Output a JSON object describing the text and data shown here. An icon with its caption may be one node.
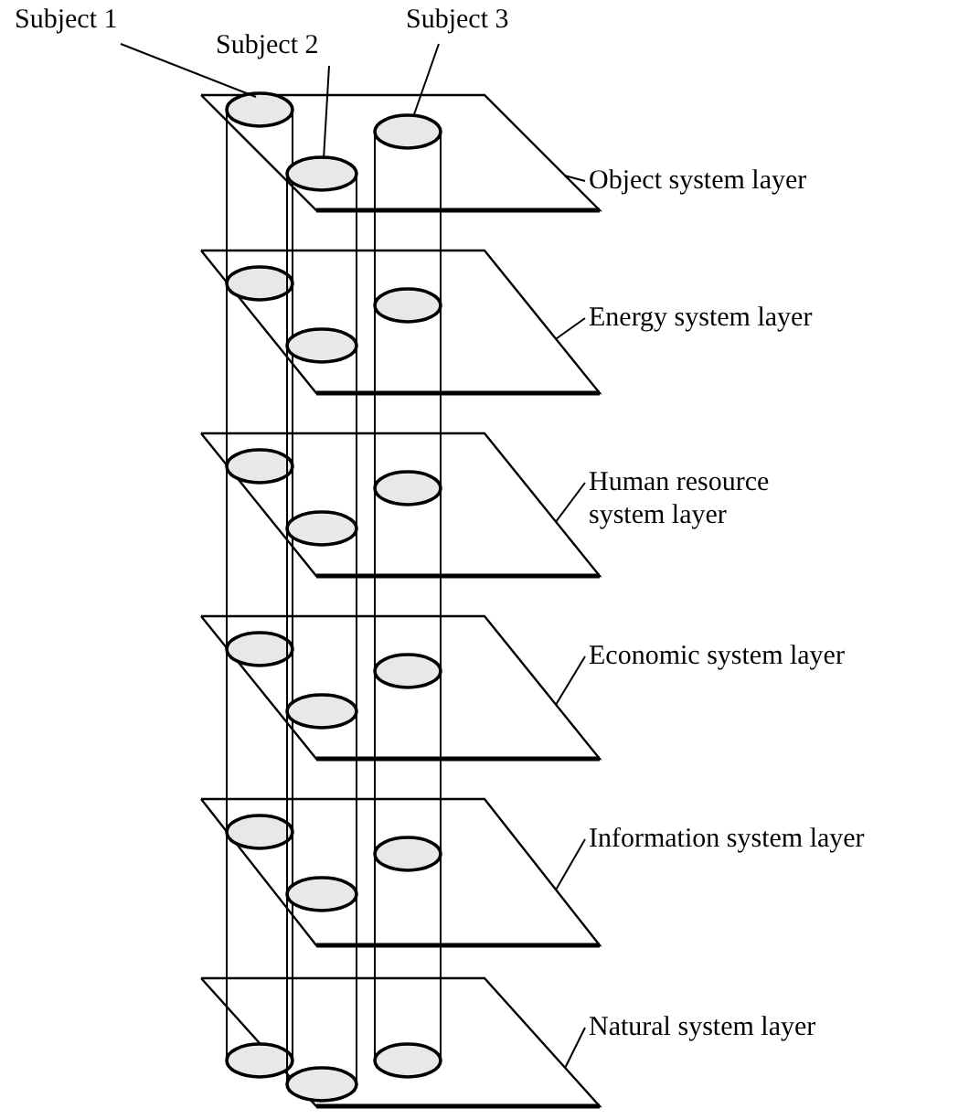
{
  "diagram": {
    "nodes": [
      {
        "text": [
          "Subject 1"
        ]
      },
      {
        "text": [
          "Subject 2"
        ]
      },
      {
        "text": [
          "Subject 3"
        ]
      },
      {
        "text": [],
        "shape": "cylinder"
      },
      {
        "text": [],
        "shape": "cylinder"
      },
      {
        "text": [],
        "shape": "cylinder"
      },
      {
        "text": [
          "Object system layer"
        ]
      },
      {
        "text": [
          "Energy system layer"
        ]
      },
      {
        "text": [
          "Human resource system layer"
        ]
      },
      {
        "text": [
          "Economic system layer"
        ]
      },
      {
        "text": [
          "Information system layer"
        ]
      },
      {
        "text": [
          "Natural system layer"
        ]
      },
      {
        "text": [],
        "shape": "parallelogram"
      },
      {
        "text": [],
        "shape": "parallelogram"
      },
      {
        "text": [],
        "shape": "parallelogram"
      },
      {
        "text": [],
        "shape": "parallelogram"
      },
      {
        "text": [],
        "shape": "parallelogram"
      },
      {
        "text": [],
        "shape": "parallelogram"
      }
    ],
    "edges": [
      {
        "from": 0,
        "to": 3,
        "arrow": "none"
      },
      {
        "from": 1,
        "to": 4,
        "arrow": "none"
      },
      {
        "from": 2,
        "to": 5,
        "arrow": "none"
      },
      {
        "from": 6,
        "to": 12,
        "arrow": "none"
      },
      {
        "from": 7,
        "to": 13,
        "arrow": "none"
      },
      {
        "from": 8,
        "to": 14,
        "arrow": "none"
      },
      {
        "from": 9,
        "to": 15,
        "arrow": "none"
      },
      {
        "from": 10,
        "to": 16,
        "arrow": "none"
      },
      {
        "from": 11,
        "to": 17,
        "arrow": "none"
      }
    ]
  }
}
